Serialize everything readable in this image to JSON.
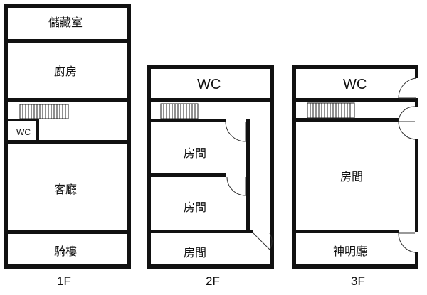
{
  "floors": [
    {
      "label": "1F",
      "rooms": {
        "storage": "儲藏室",
        "kitchen": "廚房",
        "wc": "WC",
        "living": "客廳",
        "arcade": "騎樓"
      }
    },
    {
      "label": "2F",
      "rooms": {
        "wc": "WC",
        "room_upper": "房間",
        "room_middle": "房間",
        "room_lower": "房間"
      }
    },
    {
      "label": "3F",
      "rooms": {
        "wc": "WC",
        "room": "房間",
        "shrine": "神明廳"
      }
    }
  ]
}
